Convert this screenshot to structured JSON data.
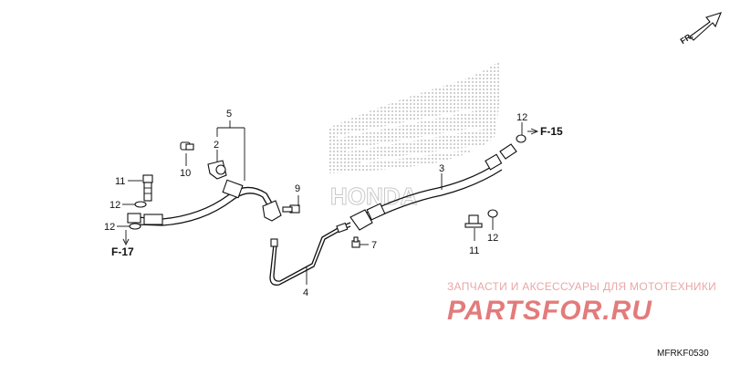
{
  "callouts": {
    "c2": "2",
    "c3": "3",
    "c4": "4",
    "c5": "5",
    "c7": "7",
    "c9": "9",
    "c10": "10",
    "c11a": "11",
    "c11b": "11",
    "c12a": "12",
    "c12b": "12",
    "c12c": "12",
    "c12d": "12"
  },
  "refs": {
    "f15": "F-15",
    "f17": "F-17"
  },
  "direction": {
    "label": "FR."
  },
  "watermark": {
    "caption": "ЗАПЧАСТИ И АКСЕССУАРЫ ДЛЯ МОТОТЕХНИКИ",
    "brand": "PARTSFOR.RU",
    "bg_logo": "HONDA"
  },
  "diagram_code": "MFRKF0530",
  "colors": {
    "line": "#111111",
    "watermark": "#e37b7b",
    "logo_dots": "#9a9a9a"
  }
}
